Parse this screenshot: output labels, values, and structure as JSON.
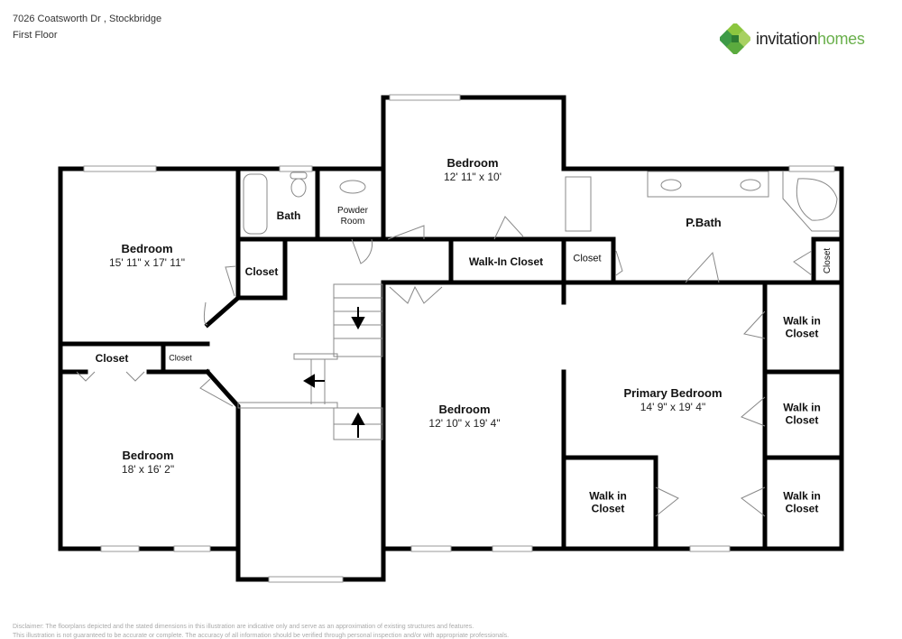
{
  "header": {
    "address": "7026 Coatsworth Dr , Stockbridge",
    "floor": "First Floor"
  },
  "logo": {
    "icon": "clover-logo-icon",
    "text_part1": "invitation",
    "text_part2": "homes",
    "colors": {
      "dark_green": "#2e8b3e",
      "light_green": "#8cc63f",
      "text_dark": "#222222",
      "text_green": "#6ab04c"
    }
  },
  "rooms": [
    {
      "id": "bedroom-nw",
      "name": "Bedroom",
      "dims": "15' 11\" x 17' 11\""
    },
    {
      "id": "bath",
      "name": "Bath",
      "dims": ""
    },
    {
      "id": "powder-room",
      "name": "Powder Room",
      "dims": ""
    },
    {
      "id": "bedroom-top",
      "name": "Bedroom",
      "dims": "12' 11\" x 10'"
    },
    {
      "id": "p-bath",
      "name": "P.Bath",
      "dims": ""
    },
    {
      "id": "closet-hall",
      "name": "Closet",
      "dims": ""
    },
    {
      "id": "walk-in-closet-top",
      "name": "Walk-In Closet",
      "dims": ""
    },
    {
      "id": "closet-pbath",
      "name": "Closet",
      "dims": ""
    },
    {
      "id": "closet-pbath-right",
      "name": "Closet",
      "dims": ""
    },
    {
      "id": "closet-west",
      "name": "Closet",
      "dims": ""
    },
    {
      "id": "closet-west-small",
      "name": "Closet",
      "dims": ""
    },
    {
      "id": "bedroom-sw",
      "name": "Bedroom",
      "dims": "18' x 16' 2\""
    },
    {
      "id": "bedroom-center",
      "name": "Bedroom",
      "dims": "12' 10\" x 19' 4\""
    },
    {
      "id": "primary-bedroom",
      "name": "Primary Bedroom",
      "dims": "14' 9\" x 19' 4\""
    },
    {
      "id": "walk-in-1",
      "name": "Walk in Closet",
      "dims": ""
    },
    {
      "id": "walk-in-2",
      "name": "Walk in Closet",
      "dims": ""
    },
    {
      "id": "walk-in-3",
      "name": "Walk in Closet",
      "dims": ""
    },
    {
      "id": "walk-in-4",
      "name": "Walk in Closet",
      "dims": ""
    }
  ],
  "colors": {
    "wall": "#000000",
    "window": "#ffffff",
    "fixture_line": "#888888"
  },
  "disclaimer": {
    "line1": "Disclaimer: The floorplans depicted and the stated dimensions in this illustration are indicative only and serve as an approximation of existing structures and features.",
    "line2": "This illustration is not guaranteed to be accurate or complete. The accuracy of all information should be verified through personal inspection and/or with appropriate professionals."
  }
}
